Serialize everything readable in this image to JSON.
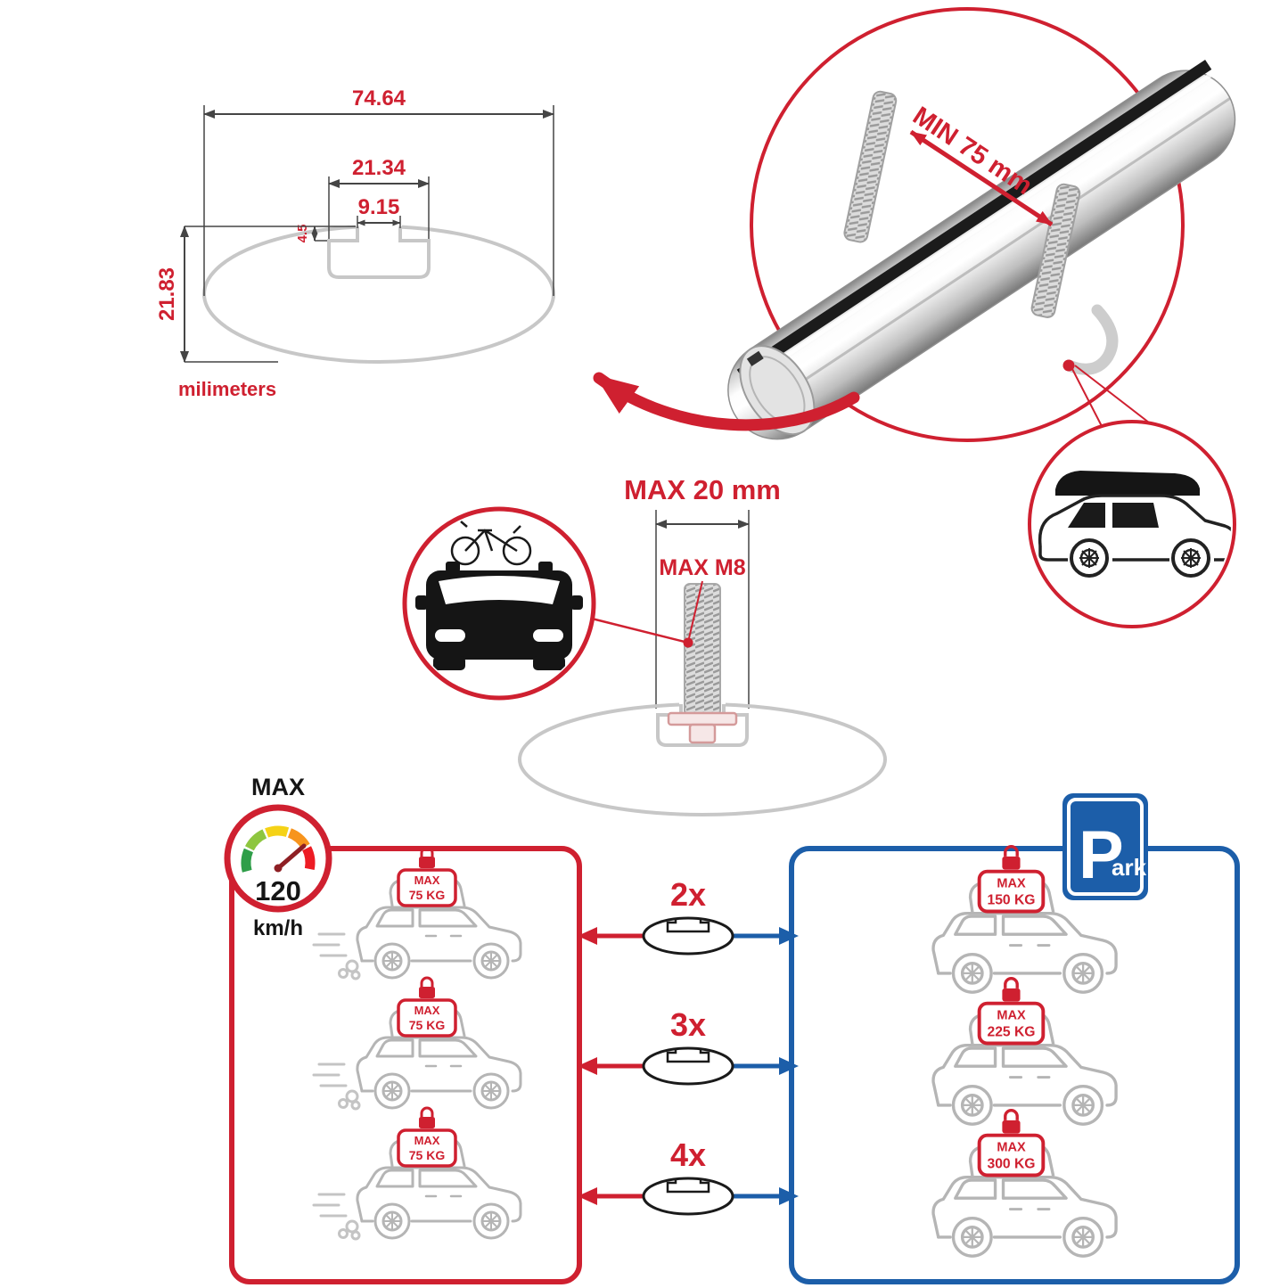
{
  "profile_dimensions": {
    "total_width": "74.64",
    "flange_width": "21.34",
    "opening_width": "9.15",
    "lip_depth": "4.5",
    "total_height": "21.83",
    "unit_label": "milimeters"
  },
  "crossbar_detail": {
    "min_span_label": "MIN 75 mm"
  },
  "bolt_detail": {
    "max_length_label": "MAX 20 mm",
    "max_thread_label": "MAX M8"
  },
  "speed_limit": {
    "title": "MAX",
    "value": "120",
    "unit": "km/h"
  },
  "driving_panel": {
    "cars": [
      {
        "line1": "MAX",
        "line2": "75 KG"
      },
      {
        "line1": "MAX",
        "line2": "75 KG"
      },
      {
        "line1": "MAX",
        "line2": "75 KG"
      }
    ]
  },
  "multipliers": [
    "2x",
    "3x",
    "4x"
  ],
  "parked_panel": {
    "cars": [
      {
        "line1": "MAX",
        "line2": "150 KG"
      },
      {
        "line1": "MAX",
        "line2": "225 KG"
      },
      {
        "line1": "MAX",
        "line2": "300 KG"
      }
    ]
  },
  "park_sign": {
    "letter": "P",
    "suffix": "ark"
  },
  "colors": {
    "accent_red": "#cf2030",
    "accent_blue": "#1c5ea9"
  }
}
